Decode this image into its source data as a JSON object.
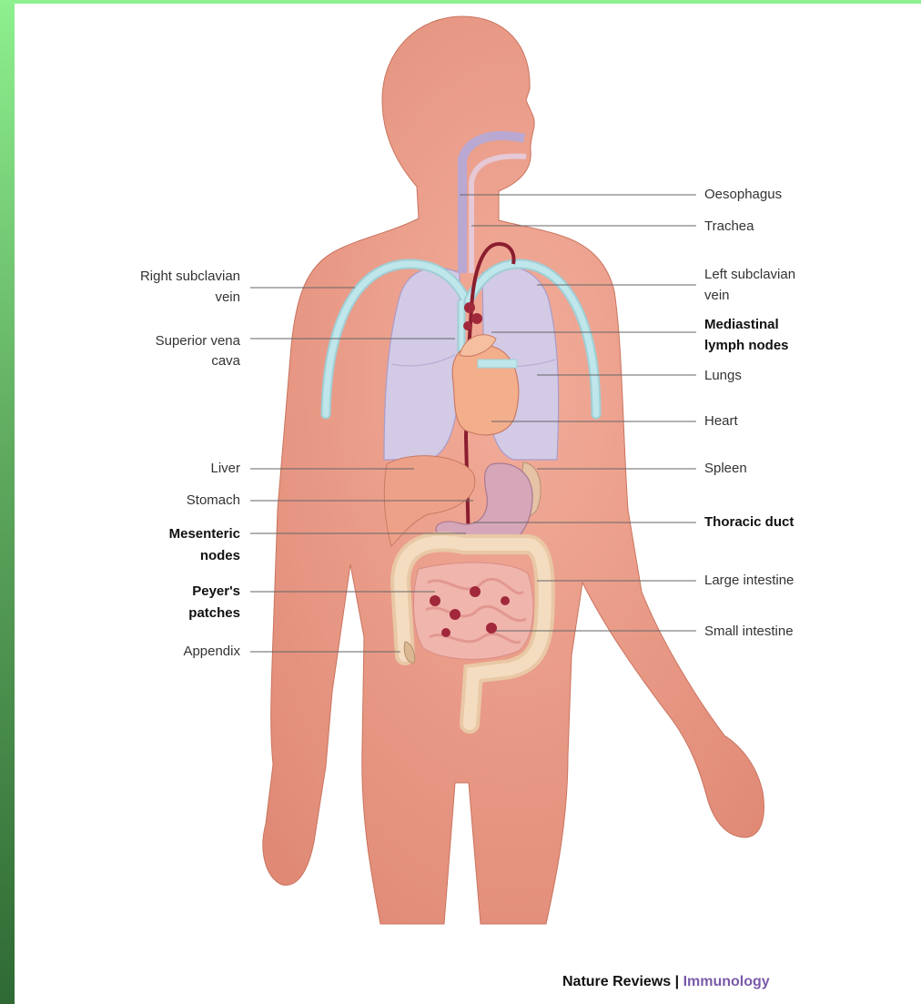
{
  "labels": {
    "oesophagus": "Oesophagus",
    "trachea": "Trachea",
    "left_subclavian_1": "Left subclavian",
    "left_subclavian_2": "vein",
    "mediastinal_1": "Mediastinal",
    "mediastinal_2": "lymph nodes",
    "lungs": "Lungs",
    "heart": "Heart",
    "spleen": "Spleen",
    "thoracic_duct": "Thoracic duct",
    "large_intestine": "Large intestine",
    "small_intestine": "Small intestine",
    "right_subclavian_1": "Right subclavian",
    "right_subclavian_2": "vein",
    "svc_1": "Superior vena",
    "svc_2": "cava",
    "liver": "Liver",
    "stomach": "Stomach",
    "mesenteric_1": "Mesenteric",
    "mesenteric_2": "nodes",
    "peyers_1": "Peyer's",
    "peyers_2": "patches",
    "appendix": "Appendix"
  },
  "credit": {
    "journal": "Nature Reviews",
    "separator": "|",
    "section": "Immunology"
  },
  "colors": {
    "skin": "#ea9a86",
    "lungs": "#cfc6e2",
    "heart": "#f3ae8c",
    "vein": "#bfe6ea",
    "thoracic_duct": "#8a1e2e",
    "intestine": "#f4dcc0",
    "frame": "#8ef08e"
  }
}
